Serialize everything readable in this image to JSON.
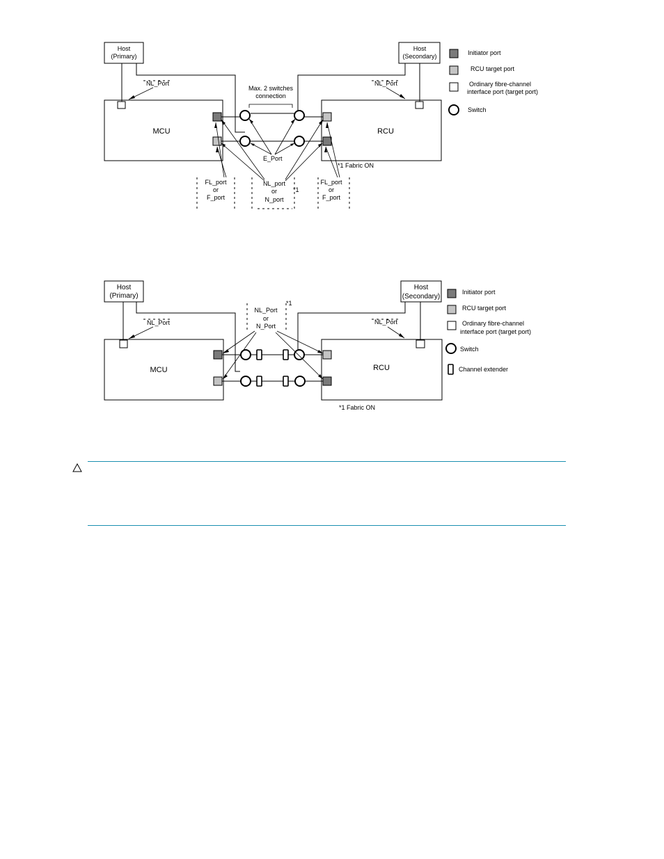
{
  "diagram1": {
    "host_primary": [
      "Host",
      "(Primary)"
    ],
    "host_secondary": [
      "Host",
      "(Secondary)"
    ],
    "mcu": "MCU",
    "rcu": "RCU",
    "nl_port_left": "NL_Port",
    "nl_port_right": "NL_Port",
    "max_switches": [
      "Max. 2 switches",
      "connection"
    ],
    "e_port": "E_Port",
    "fabric_on": "*1 Fabric ON",
    "fl_port_left": [
      "FL_port",
      "or",
      "F_port"
    ],
    "nl_port_bottom": [
      "NL_port",
      "or",
      "N_port"
    ],
    "footnote_mark": "*1",
    "fl_port_right": [
      "FL_port",
      "or",
      "F_port"
    ],
    "legend": {
      "initiator": "Initiator port",
      "rcu_target": "RCU target port",
      "ordinary": [
        "Ordinary fibre-channel",
        "interface port (target port)"
      ],
      "switch": "Switch"
    }
  },
  "diagram2": {
    "host_primary": [
      "Host",
      "(Primary)"
    ],
    "host_secondary": [
      "Host",
      "(Secondary)"
    ],
    "mcu": "MCU",
    "rcu": "RCU",
    "nl_port_left": "NL_Port",
    "nl_port_right": "NL_Port",
    "nl_port_top": [
      "NL_Port",
      "or",
      "N_Port"
    ],
    "footnote_mark": "*1",
    "fabric_on": "*1 Fabric ON",
    "legend": {
      "initiator": "Initiator port",
      "rcu_target": "RCU target port",
      "ordinary": [
        "Ordinary fibre-channel",
        "interface port (target port)"
      ],
      "switch": "Switch",
      "channel_extender": "Channel extender"
    }
  },
  "caution": {
    "icon": "caution-triangle-icon",
    "rule_color": "#1a8fb0"
  }
}
